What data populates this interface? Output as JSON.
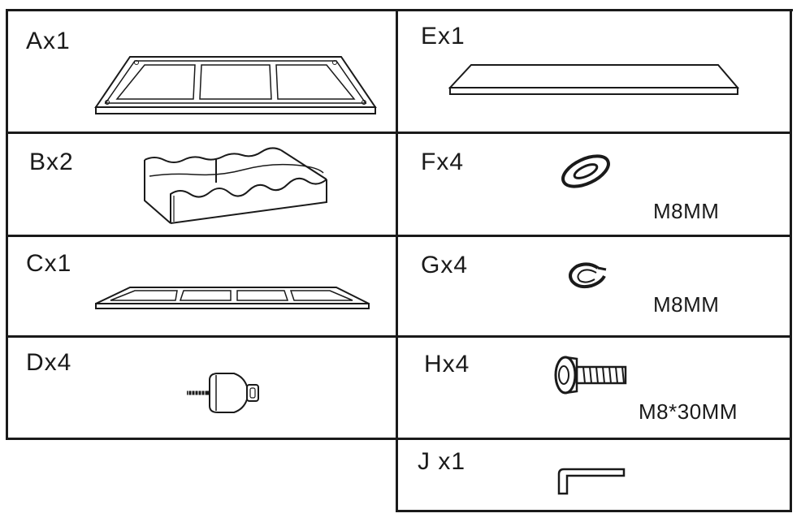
{
  "parts": [
    {
      "label": "Ax1"
    },
    {
      "label": "Bx2"
    },
    {
      "label": "Cx1"
    },
    {
      "label": "Dx4"
    },
    {
      "label": "Ex1"
    },
    {
      "label": "Fx4",
      "spec": "M8MM"
    },
    {
      "label": "Gx4",
      "spec": "M8MM"
    },
    {
      "label": "Hx4",
      "spec": "M8*30MM"
    },
    {
      "label": "J x1"
    }
  ],
  "icons": {
    "A": "top-frame-panel-icon",
    "B": "wavy-rack-tray-icon",
    "C": "flat-frame-icon",
    "D": "foot-pad-icon",
    "E": "flat-board-icon",
    "F": "washer-icon",
    "G": "spring-washer-icon",
    "H": "hex-socket-bolt-icon",
    "J": "allen-key-icon"
  }
}
